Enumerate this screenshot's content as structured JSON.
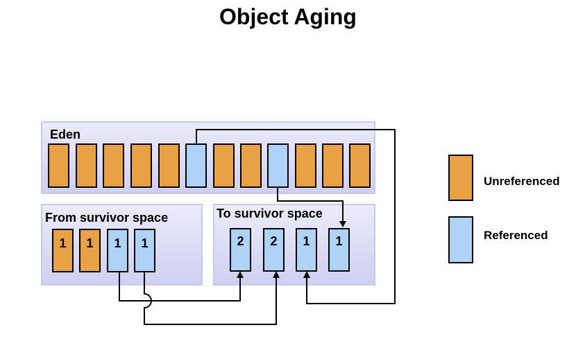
{
  "title": "Object Aging",
  "eden": {
    "label": "Eden",
    "cells": [
      "unreferenced",
      "unreferenced",
      "unreferenced",
      "unreferenced",
      "unreferenced",
      "referenced",
      "unreferenced",
      "unreferenced",
      "referenced",
      "unreferenced",
      "unreferenced",
      "unreferenced"
    ]
  },
  "from_survivor": {
    "label": "From survivor  space",
    "cells": [
      {
        "state": "unreferenced",
        "age": "1"
      },
      {
        "state": "unreferenced",
        "age": "1"
      },
      {
        "state": "referenced",
        "age": "1"
      },
      {
        "state": "referenced",
        "age": "1"
      }
    ]
  },
  "to_survivor": {
    "label": "To survivor  space",
    "cells": [
      {
        "state": "referenced",
        "age": "2"
      },
      {
        "state": "referenced",
        "age": "2"
      },
      {
        "state": "referenced",
        "age": "1"
      },
      {
        "state": "referenced",
        "age": "1"
      }
    ]
  },
  "legend": {
    "unreferenced": "Unreferenced",
    "referenced": "Referenced"
  },
  "colors": {
    "unreferenced": "#e9a145",
    "referenced": "#aed3f7"
  }
}
